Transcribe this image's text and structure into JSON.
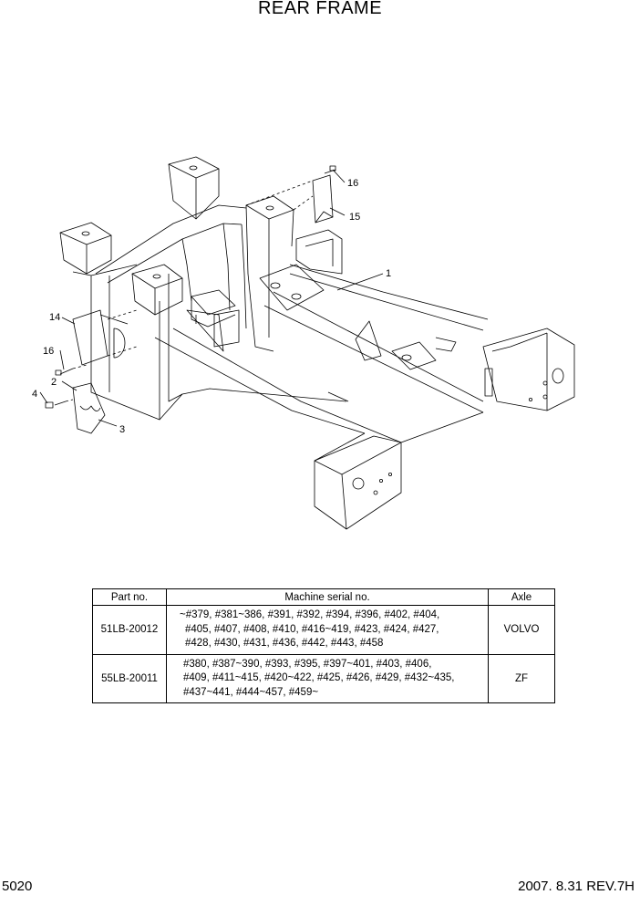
{
  "title": "REAR FRAME",
  "callouts": [
    "1",
    "2",
    "3",
    "4",
    "14",
    "15",
    "16",
    "16"
  ],
  "table": {
    "headers": [
      "Part no.",
      "Machine serial no.",
      "Axle"
    ],
    "rows": [
      {
        "part_no": "51LB-20012",
        "serial_lines": [
          "~#379, #381~386, #391, #392, #394, #396, #402, #404,",
          "#405, #407, #408, #410, #416~419, #423, #424, #427,",
          "#428, #430, #431, #436, #442, #443, #458"
        ],
        "axle": "VOLVO"
      },
      {
        "part_no": "55LB-20011",
        "serial_lines": [
          "#380, #387~390, #393, #395, #397~401, #403, #406,",
          "#409, #411~415, #420~422, #425, #426, #429, #432~435,",
          "#437~441, #444~457, #459~"
        ],
        "axle": "ZF"
      }
    ]
  },
  "footer": {
    "page": "5020",
    "revision": "2007. 8.31  REV.7H"
  }
}
